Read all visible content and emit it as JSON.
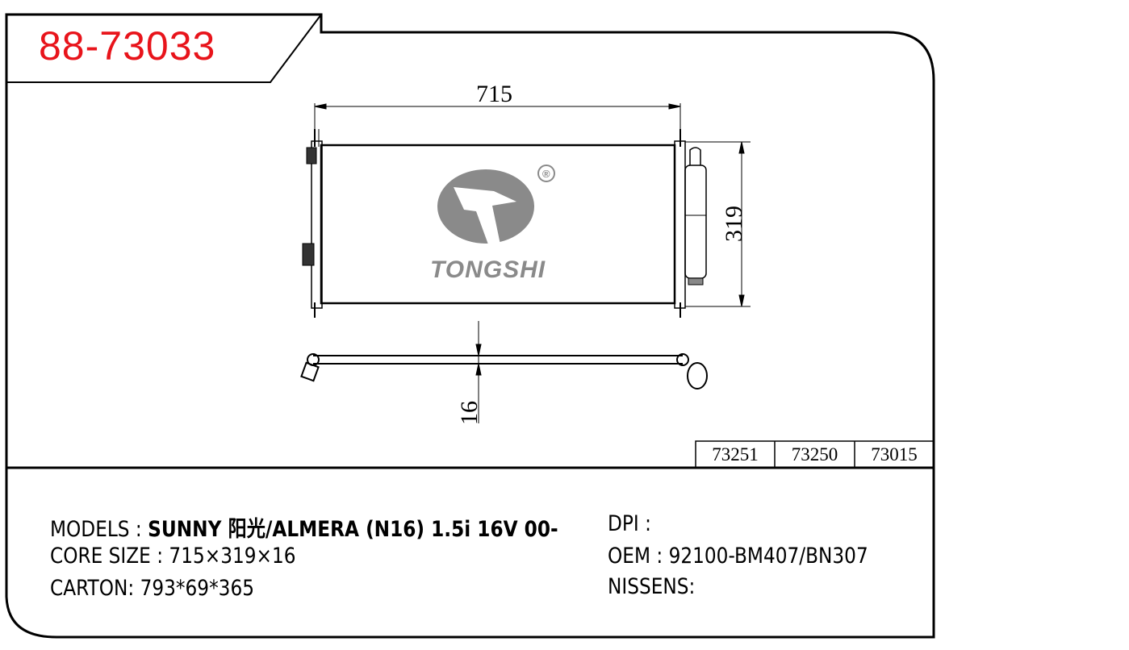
{
  "part_number": "88-73033",
  "dimensions": {
    "width": "715",
    "height": "319",
    "thickness": "16"
  },
  "brand": {
    "name": "TONGSHI",
    "registered_mark": "®"
  },
  "cross_refs": [
    "73251",
    "73250",
    "73015"
  ],
  "specs": {
    "models_label": "MODELS :",
    "models_value": "SUNNY 阳光/ALMERA (N16) 1.5i 16V 00-",
    "core_label": "CORE SIZE :",
    "core_value": "715×319×16",
    "carton_label": "CARTON:",
    "carton_value": "793*69*365",
    "dpi_label": "DPI :",
    "dpi_value": "",
    "oem_label": "OEM :",
    "oem_value": "92100-BM407/BN307",
    "nissens_label": "NISSENS:",
    "nissens_value": ""
  },
  "colors": {
    "title": "#e8141b",
    "logo": "#8a8a8a"
  }
}
